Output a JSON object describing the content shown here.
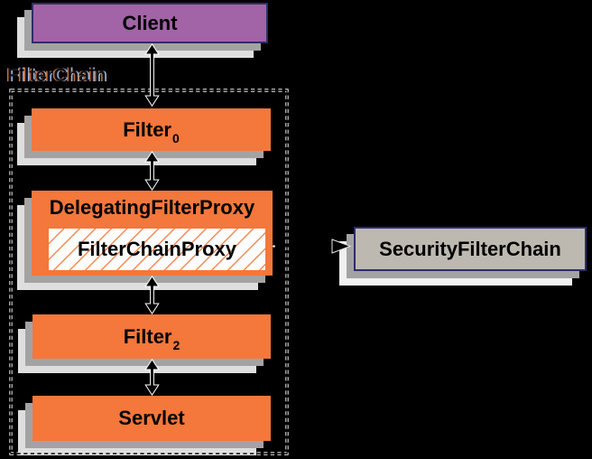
{
  "diagram": {
    "client": {
      "label": "Client"
    },
    "chain_label": "FilterChain",
    "filter0": {
      "base": "Filter",
      "sub": "0"
    },
    "delegating_filter_proxy": {
      "label": "DelegatingFilterProxy"
    },
    "filter_chain_proxy": {
      "label": "FilterChainProxy"
    },
    "filter2": {
      "base": "Filter",
      "sub": "2"
    },
    "servlet": {
      "label": "Servlet"
    },
    "security_filter_chain": {
      "label": "SecurityFilterChain"
    },
    "colors": {
      "background": "#000000",
      "client_fill": "#a263a7",
      "filter_box_fill": "#f4773b",
      "hatch_line": "#f28a55",
      "security_chain_fill": "#bdb9b1",
      "navy_border": "#2d2d6b",
      "shadow_dark": "#a3a3a3",
      "shadow_light": "#dedede",
      "dashed_border": "#ececec",
      "arrow_fill": "#000000",
      "arrow_outline": "#ffffff"
    }
  }
}
